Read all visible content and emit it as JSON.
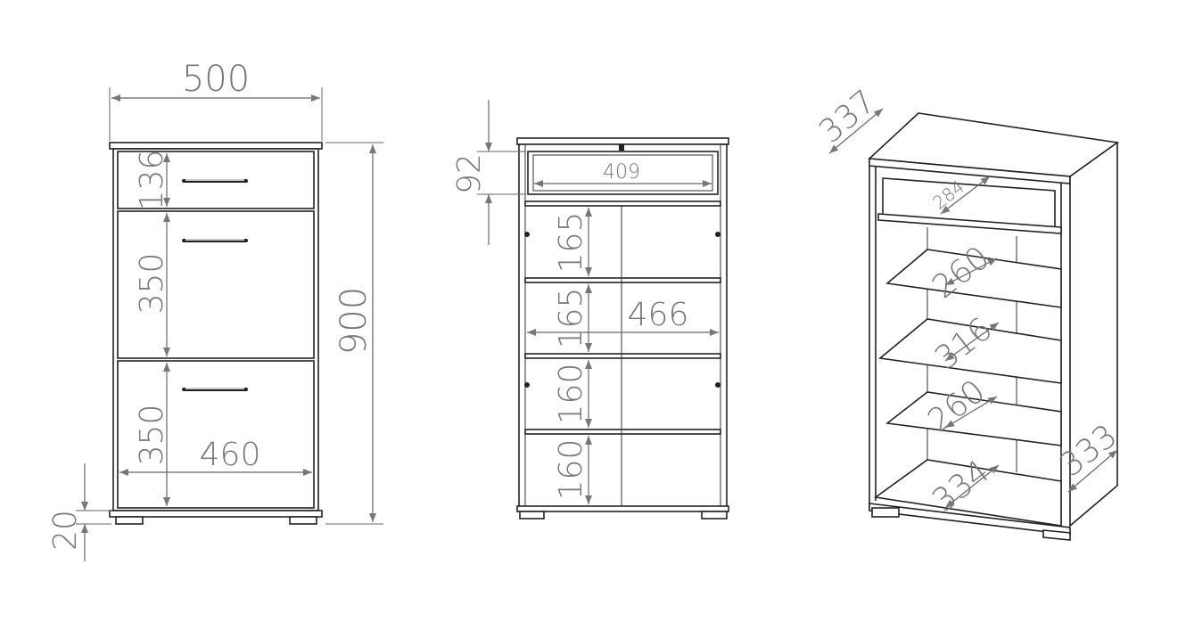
{
  "front_view": {
    "width": "500",
    "height": "900",
    "drawer_height": "136",
    "door1_height": "350",
    "door2_height": "350",
    "inner_width": "460",
    "plinth_height": "20"
  },
  "open_view": {
    "drawer_front": "92",
    "drawer_inner_width": "409",
    "comp1": "165",
    "comp2": "165",
    "inner_width": "466",
    "comp3": "160",
    "comp4": "160"
  },
  "iso_view": {
    "depth": "337",
    "drawer_depth": "284",
    "shelf1": "260",
    "shelf2": "316",
    "shelf3": "260",
    "bottom": "334",
    "side": "333"
  },
  "colors": {
    "line": "#222222",
    "dimension": "#777777"
  }
}
